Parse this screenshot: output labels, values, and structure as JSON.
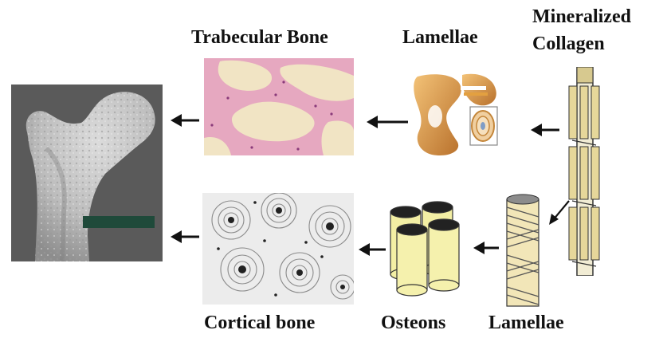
{
  "labels": {
    "trabecular_bone": "Trabecular Bone",
    "lamellae_top": "Lamellae",
    "mineralized": "Mineralized",
    "collagen": "Collagen",
    "cortical_bone": "Cortical bone",
    "osteons": "Osteons",
    "lamellae_bottom": "Lamellae"
  },
  "colors": {
    "femur_bg": "#5a5a5a",
    "scale_bar": "#1f4a3a",
    "histology_pink": "#e6a8c0",
    "histology_cream": "#f1e4c4",
    "lamellae_orange": "#d9983f",
    "collagen_yellow": "#e6d79a",
    "osteon_yellow": "#f3efa4",
    "arrow": "#111111"
  }
}
